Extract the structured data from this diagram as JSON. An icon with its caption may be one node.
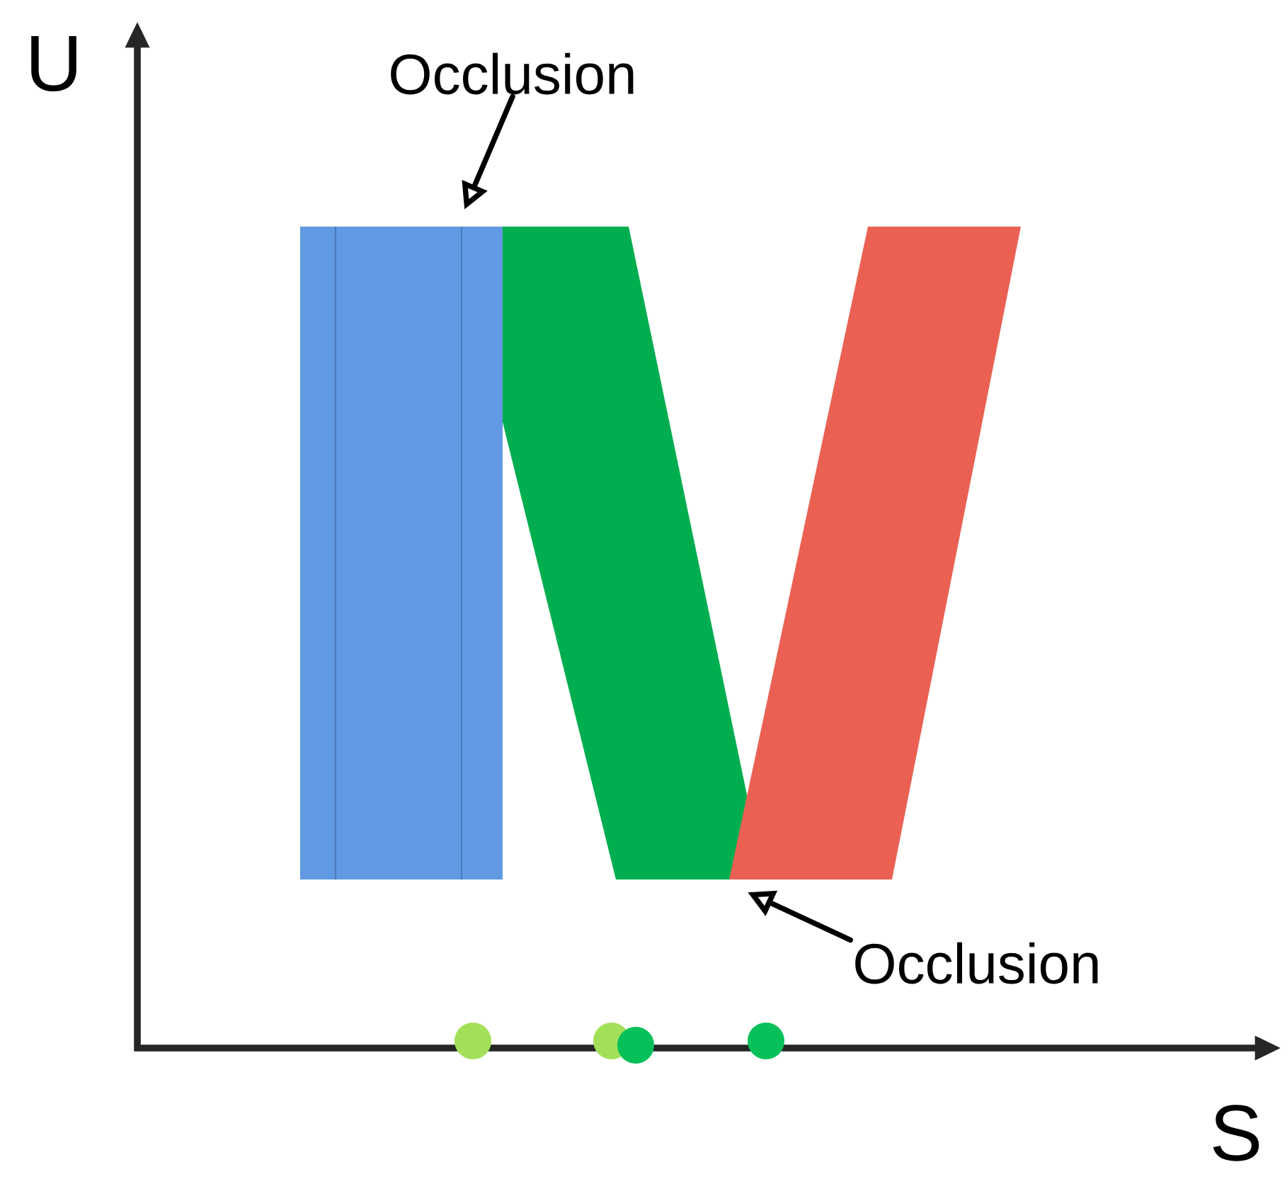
{
  "diagram": {
    "nodes": [
      {
        "text": [
          "Occlusion"
        ]
      },
      {
        "text": [
          "Occlusion"
        ]
      }
    ],
    "edges": [
      {
        "from": 0,
        "to": null,
        "arrow": "to"
      },
      {
        "from": 1,
        "to": null,
        "arrow": "to"
      }
    ],
    "labels": [
      "U",
      "S"
    ]
  }
}
